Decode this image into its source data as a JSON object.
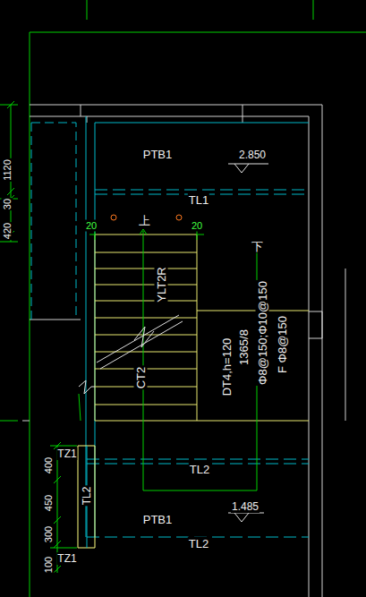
{
  "diagram": {
    "labels": [
      "PTB1",
      "2.850",
      "TL1",
      "20",
      "上",
      "20",
      "下",
      "YLT2R",
      "CT2",
      "DT4,h=120",
      "1365/8",
      "Φ8@150;Φ10@150",
      "F Φ8@150",
      "TL2",
      "PTB1",
      "1.485",
      "TL2",
      "TL2",
      "TZ1",
      "TZ1",
      "1120",
      "30",
      "420",
      "400",
      "450",
      "300",
      "100"
    ]
  }
}
